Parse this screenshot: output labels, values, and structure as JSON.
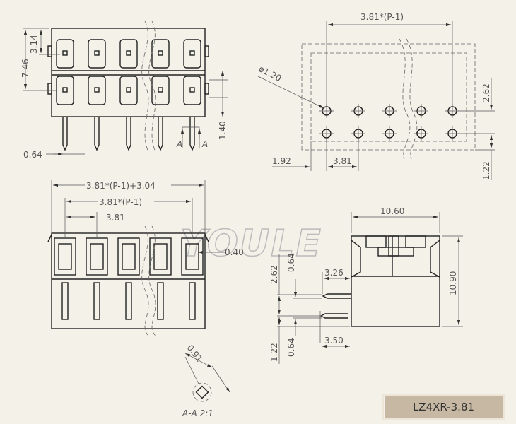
{
  "watermark": "YOULE",
  "top_view": {
    "dim_total_height": "7.46",
    "dim_row": "3.14",
    "dim_pin_offset": "1.40",
    "dim_pin_width": "0.64",
    "section_mark": "A"
  },
  "pcb_layout": {
    "dim_span": "3.81*(P-1)",
    "dim_hole": "ø1.20",
    "dim_row_pitch": "2.62",
    "dim_edge": "1.92",
    "dim_pitch": "3.81",
    "dim_bottom": "1.22"
  },
  "front_view": {
    "dim_overall": "3.81*(P-1)+3.04",
    "dim_span": "3.81*(P-1)",
    "dim_pitch": "3.81",
    "dim_gap": "0.40"
  },
  "side_view": {
    "dim_width": "10.60",
    "dim_height": "10.90",
    "dim_pin_upper": "3.26",
    "dim_pin_lower": "3.50",
    "dim_row": "2.62",
    "dim_pin_a": "0.64",
    "dim_bottom": "1.22",
    "dim_pin_b": "0.64"
  },
  "detail": {
    "dim_square": "0.91",
    "label": "A-A 2:1"
  },
  "title_block": {
    "part_number": "LZ4XR-3.81"
  }
}
